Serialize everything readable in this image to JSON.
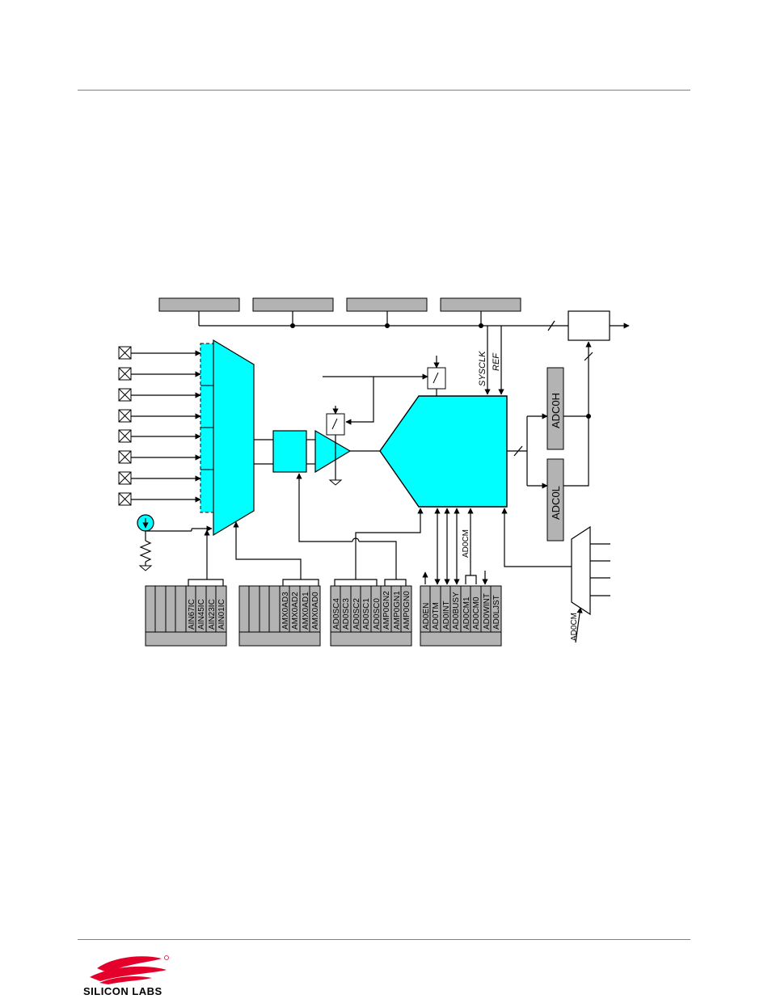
{
  "colors": {
    "accent": "#00ffff",
    "register_fill": "#b3b3b3",
    "line": "#000000",
    "rule": "#808080",
    "logo_red": "#e4002b"
  },
  "signals": {
    "sysclk": "SYSCLK",
    "ref": "REF",
    "adc0cm_mid": "AD0CM",
    "adc0cm_mux": "AD0CM"
  },
  "result_registers": {
    "high": "ADC0H",
    "low": "ADC0L"
  },
  "registers": {
    "ain_config": [
      "AIN67IC",
      "AIN45IC",
      "AIN23IC",
      "AIN01IC"
    ],
    "amux_select": [
      "AMX0AD3",
      "AMX0AD2",
      "AMX0AD1",
      "AMX0AD0"
    ],
    "adc_config": [
      "AD0SC4",
      "AD0SC3",
      "AD0SC2",
      "AD0SC1",
      "AD0SC0",
      "AMP0GN2",
      "AMP0GN1",
      "AMP0GN0"
    ],
    "adc_control": [
      "AD0EN",
      "AD0TM",
      "AD0INT",
      "AD0BUSY",
      "AD0CM1",
      "AD0CM0",
      "AD0WINT",
      "AD0LJST"
    ]
  },
  "logo": {
    "wordmark": "SILICON LABS"
  }
}
